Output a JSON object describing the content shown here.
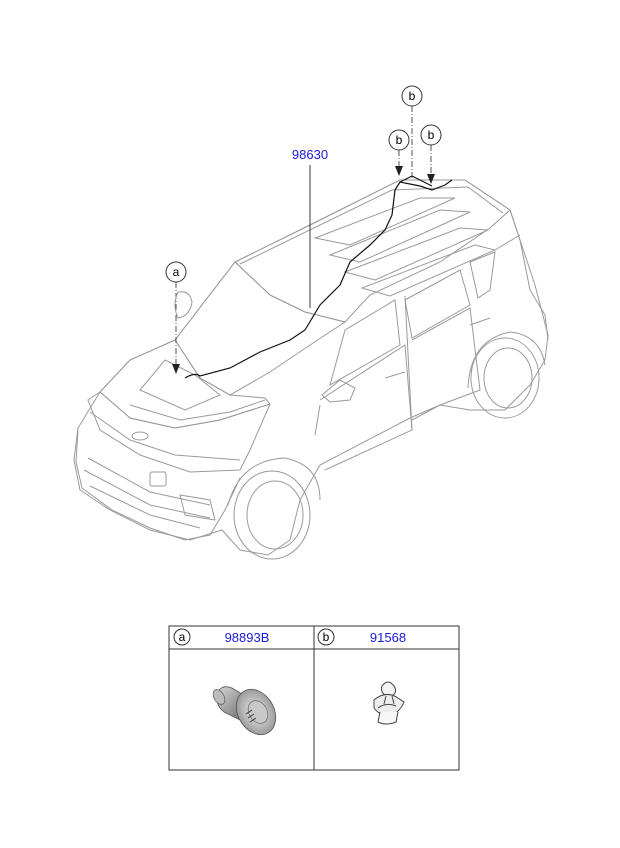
{
  "main_part": {
    "number": "98630"
  },
  "callouts": {
    "a": "a",
    "b": "b"
  },
  "legend": [
    {
      "letter": "a",
      "part": "98893B",
      "icon": "grommet-icon"
    },
    {
      "letter": "b",
      "part": "91568",
      "icon": "clip-icon"
    }
  ],
  "colors": {
    "part_number": "#1a1adb",
    "lines": "#9a9a9a",
    "wire": "#111111"
  }
}
